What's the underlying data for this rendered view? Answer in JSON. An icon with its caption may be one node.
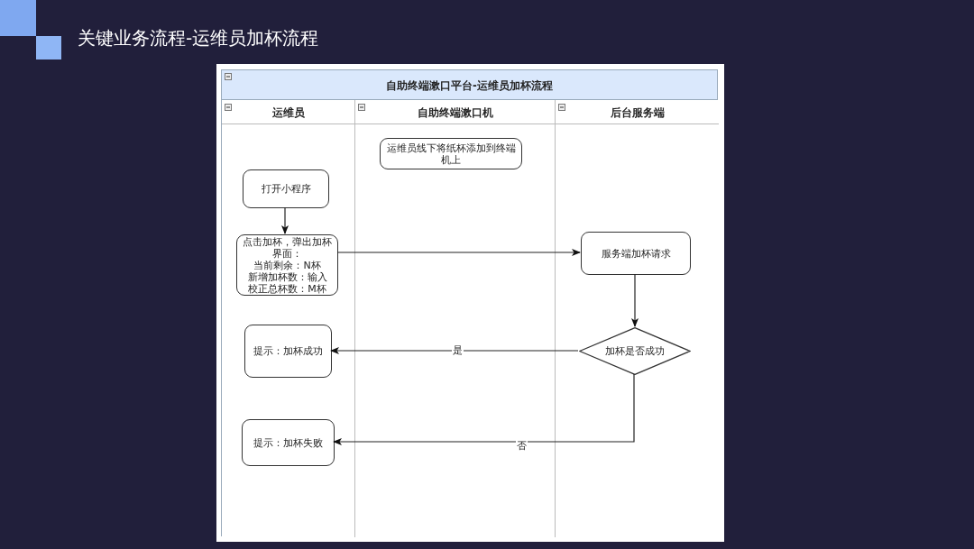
{
  "diagram": {
    "title": "关键业务流程-运维员加杯流程",
    "nodes": [
      {
        "text": [
          "自助终端漱口平台-运维员加杯流程"
        ]
      },
      {
        "text": [
          "运维员"
        ],
        "in": 0
      },
      {
        "text": [
          "自助终端漱口机"
        ],
        "in": 0
      },
      {
        "text": [
          "后台服务端"
        ],
        "in": 0
      },
      {
        "text": [
          "打开小程序"
        ],
        "in": 1
      },
      {
        "text": [
          "点击加杯，弹出加杯界面：",
          "当前剩余：N杯",
          "新增加杯数：输入",
          "校正总杯数：M杯"
        ],
        "in": 1
      },
      {
        "text": [
          "提示：加杯成功"
        ],
        "in": 1
      },
      {
        "text": [
          "提示：加杯失败"
        ],
        "in": 1
      },
      {
        "text": [
          "运维员线下将纸杯添加到终端机上"
        ],
        "in": 2
      },
      {
        "text": [
          "服务端加杯请求"
        ],
        "in": 3
      },
      {
        "text": [
          "加杯是否成功"
        ],
        "in": 3
      }
    ],
    "edges": [
      {
        "from": 4,
        "to": 5,
        "arrow": "to"
      },
      {
        "from": 5,
        "to": 9,
        "arrow": "to"
      },
      {
        "from": 9,
        "to": 10,
        "arrow": "to"
      },
      {
        "from": 10,
        "to": 6,
        "arrow": "to",
        "label": "是"
      },
      {
        "from": 10,
        "to": 7,
        "arrow": "to",
        "label": "否"
      }
    ]
  }
}
